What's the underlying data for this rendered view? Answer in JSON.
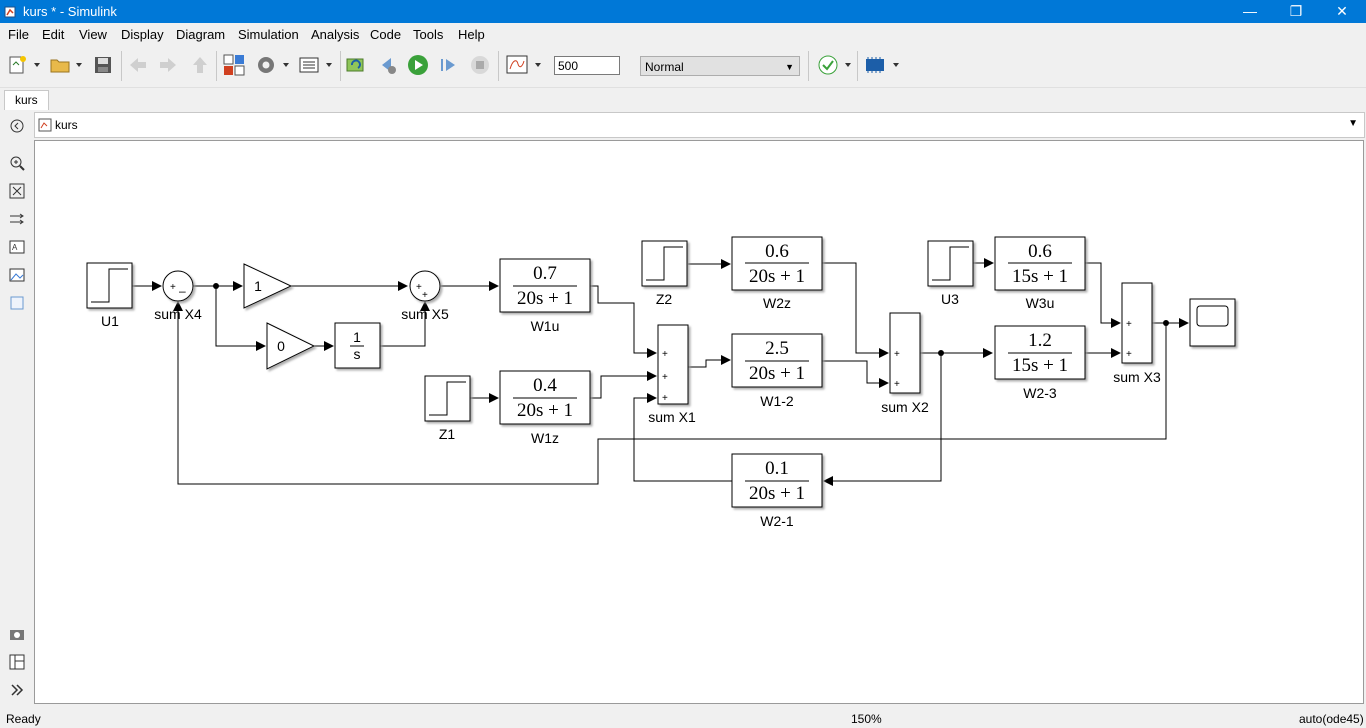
{
  "window": {
    "title": "kurs * - Simulink"
  },
  "menu": [
    "File",
    "Edit",
    "View",
    "Display",
    "Diagram",
    "Simulation",
    "Analysis",
    "Code",
    "Tools",
    "Help"
  ],
  "toolbar": {
    "stop_time": "500",
    "sim_mode": "Normal"
  },
  "tabs": [
    "kurs"
  ],
  "address": {
    "path": "kurs"
  },
  "status": {
    "left": "Ready",
    "zoom": "150%",
    "solver": "auto(ode45)"
  },
  "diagram": {
    "steps": {
      "u1": "U1",
      "z1": "Z1",
      "z2": "Z2",
      "u3": "U3"
    },
    "sums": {
      "x4": "sum X4",
      "x5": "sum X5",
      "x1": "sum X1",
      "x2": "sum X2",
      "x3": "sum X3"
    },
    "gain1": "1",
    "gain0": "0",
    "integrator": {
      "num": "1",
      "den": "s"
    },
    "tf": {
      "w1u": {
        "name": "W1u",
        "num": "0.7",
        "den": "20s + 1"
      },
      "w1z": {
        "name": "W1z",
        "num": "0.4",
        "den": "20s + 1"
      },
      "w2z": {
        "name": "W2z",
        "num": "0.6",
        "den": "20s + 1"
      },
      "w12": {
        "name": "W1-2",
        "num": "2.5",
        "den": "20s + 1"
      },
      "w21": {
        "name": "W2-1",
        "num": "0.1",
        "den": "20s + 1"
      },
      "w3u": {
        "name": "W3u",
        "num": "0.6",
        "den": "15s + 1"
      },
      "w23": {
        "name": "W2-3",
        "num": "1.2",
        "den": "15s + 1"
      }
    }
  }
}
